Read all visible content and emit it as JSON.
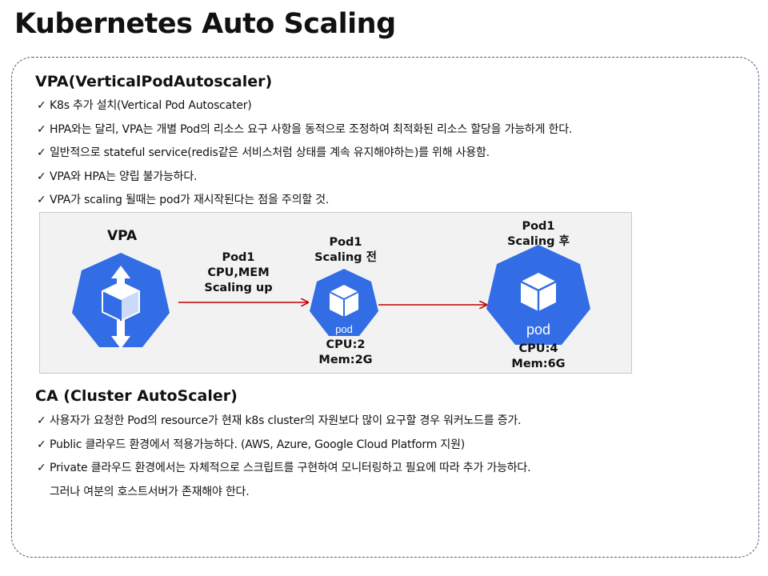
{
  "title": "Kubernetes Auto Scaling",
  "vpa_section": {
    "heading": "VPA(VerticalPodAutoscaler)",
    "bullets": [
      "K8s 추가 설치(Vertical Pod Autoscater)",
      "HPA와는 달리, VPA는 개별 Pod의 리소스 요구 사항을 동적으로 조정하여 최적화된 리소스 할당을 가능하게 한다.",
      "일반적으로 stateful service(redis같은 서비스처럼 상태를 계속 유지해야하는)를 위해 사용함.",
      "VPA와 HPA는 양립 불가능하다.",
      "VPA가 scaling 될때는 pod가 재시작된다는 점을 주의할 것."
    ]
  },
  "diagram": {
    "vpa_label": "VPA",
    "arrow_label": [
      "Pod1",
      "CPU,MEM",
      "Scaling up"
    ],
    "pod_before": {
      "title": [
        "Pod1",
        "Scaling 전"
      ],
      "icon_text": "pod",
      "cpu": "CPU:2",
      "mem": "Mem:2G"
    },
    "pod_after": {
      "title": [
        "Pod1",
        "Scaling 후"
      ],
      "icon_text": "pod",
      "cpu": "CPU:4",
      "mem": "Mem:6G"
    },
    "colors": {
      "k8s_blue": "#326de6",
      "arrow_red": "#c00000"
    }
  },
  "ca_section": {
    "heading": "CA (Cluster AutoScaler)",
    "bullets": [
      "사용자가 요청한 Pod의 resource가 현재 k8s cluster의 자원보다 많이 요구할 경우 워커노드를 증가.",
      "Public 클라우드 환경에서 적용가능하다. (AWS, Azure, Google Cloud Platform 지원)",
      "Private 클라우드 환경에서는 자체적으로 스크립트를 구현하여 모니터링하고 필요에 따라 추가 가능하다."
    ],
    "continuation": "그러나 여분의 호스트서버가 존재해야 한다."
  },
  "check_glyph": "✓"
}
